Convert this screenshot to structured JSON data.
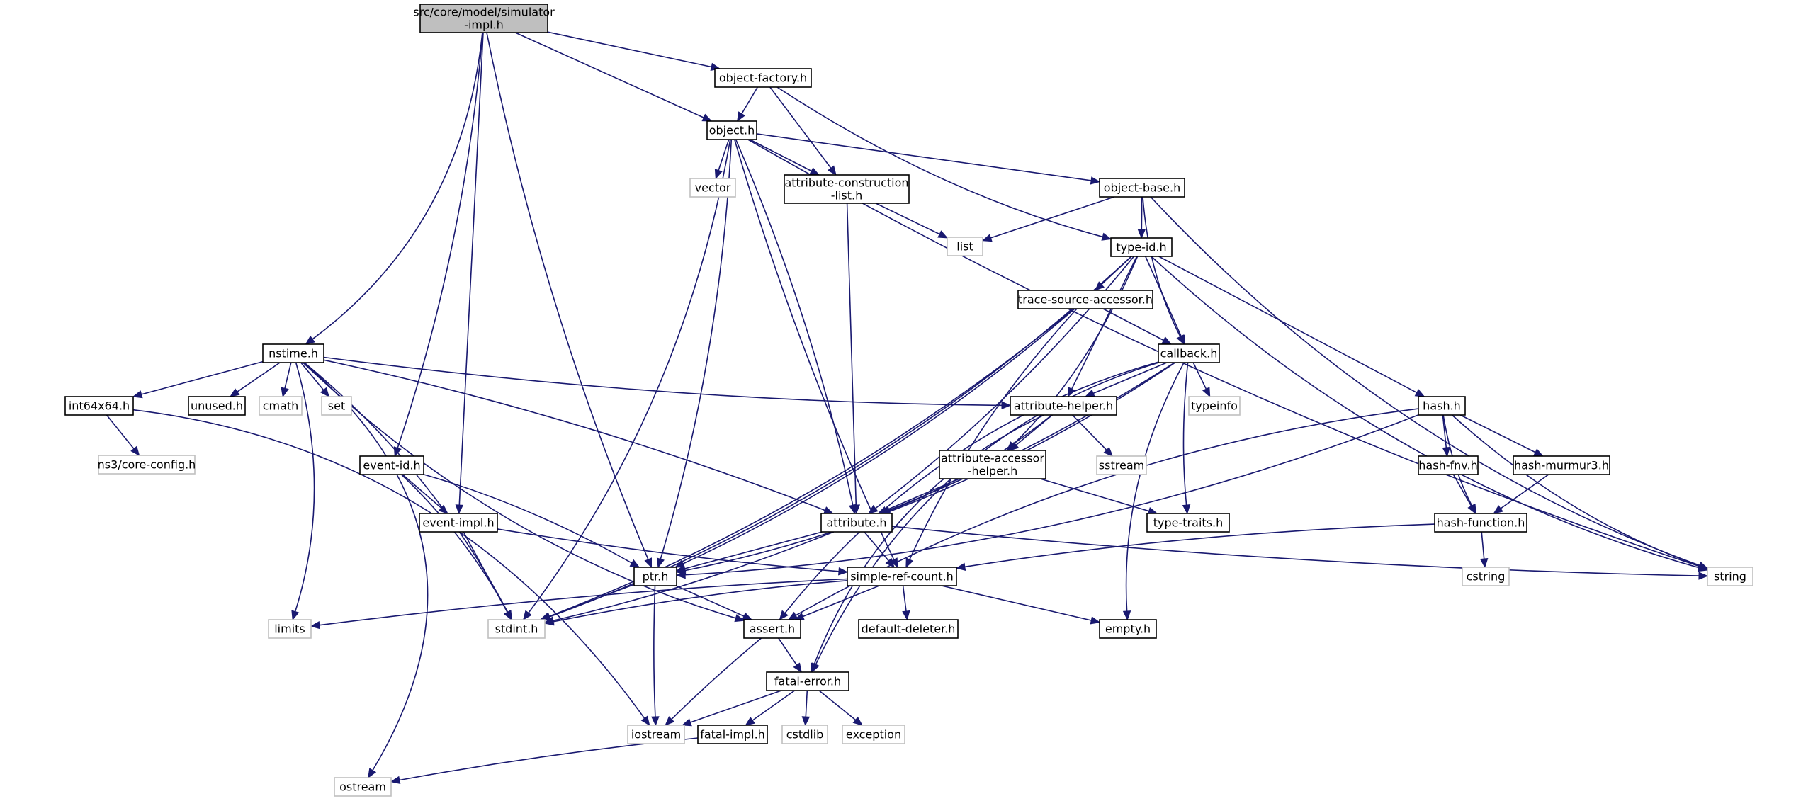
{
  "colors": {
    "edge": "#191970",
    "root_fill": "#bfbfbf",
    "file_border": "#000000",
    "system_border": "#bfbfbf",
    "system_text": "#000000",
    "background": "#ffffff"
  },
  "nodes": [
    {
      "id": "simulator-impl",
      "lines": [
        "src/core/model/simulator",
        "-impl.h"
      ],
      "kind": "root"
    },
    {
      "id": "object-factory",
      "lines": [
        "object-factory.h"
      ],
      "kind": "file"
    },
    {
      "id": "object",
      "lines": [
        "object.h"
      ],
      "kind": "file"
    },
    {
      "id": "vector",
      "lines": [
        "vector"
      ],
      "kind": "system"
    },
    {
      "id": "attribute-construction-list",
      "lines": [
        "attribute-construction",
        "-list.h"
      ],
      "kind": "file"
    },
    {
      "id": "object-base",
      "lines": [
        "object-base.h"
      ],
      "kind": "file"
    },
    {
      "id": "list",
      "lines": [
        "list"
      ],
      "kind": "system"
    },
    {
      "id": "type-id",
      "lines": [
        "type-id.h"
      ],
      "kind": "file"
    },
    {
      "id": "trace-source-accessor",
      "lines": [
        "trace-source-accessor.h"
      ],
      "kind": "file"
    },
    {
      "id": "nstime",
      "lines": [
        "nstime.h"
      ],
      "kind": "file"
    },
    {
      "id": "callback",
      "lines": [
        "callback.h"
      ],
      "kind": "file"
    },
    {
      "id": "int64x64",
      "lines": [
        "int64x64.h"
      ],
      "kind": "file"
    },
    {
      "id": "unused",
      "lines": [
        "unused.h"
      ],
      "kind": "file"
    },
    {
      "id": "cmath",
      "lines": [
        "cmath"
      ],
      "kind": "system"
    },
    {
      "id": "set",
      "lines": [
        "set"
      ],
      "kind": "system"
    },
    {
      "id": "attribute-helper",
      "lines": [
        "attribute-helper.h"
      ],
      "kind": "file"
    },
    {
      "id": "typeinfo",
      "lines": [
        "typeinfo"
      ],
      "kind": "system"
    },
    {
      "id": "hash",
      "lines": [
        "hash.h"
      ],
      "kind": "file"
    },
    {
      "id": "core-config",
      "lines": [
        "ns3/core-config.h"
      ],
      "kind": "system"
    },
    {
      "id": "event-id",
      "lines": [
        "event-id.h"
      ],
      "kind": "file"
    },
    {
      "id": "attribute-accessor-helper",
      "lines": [
        "attribute-accessor",
        "-helper.h"
      ],
      "kind": "file"
    },
    {
      "id": "sstream",
      "lines": [
        "sstream"
      ],
      "kind": "system"
    },
    {
      "id": "hash-fnv",
      "lines": [
        "hash-fnv.h"
      ],
      "kind": "file"
    },
    {
      "id": "hash-murmur3",
      "lines": [
        "hash-murmur3.h"
      ],
      "kind": "file"
    },
    {
      "id": "event-impl",
      "lines": [
        "event-impl.h"
      ],
      "kind": "file"
    },
    {
      "id": "attribute",
      "lines": [
        "attribute.h"
      ],
      "kind": "file"
    },
    {
      "id": "type-traits",
      "lines": [
        "type-traits.h"
      ],
      "kind": "file"
    },
    {
      "id": "hash-function",
      "lines": [
        "hash-function.h"
      ],
      "kind": "file"
    },
    {
      "id": "ptr",
      "lines": [
        "ptr.h"
      ],
      "kind": "file"
    },
    {
      "id": "simple-ref-count",
      "lines": [
        "simple-ref-count.h"
      ],
      "kind": "file"
    },
    {
      "id": "string",
      "lines": [
        "string"
      ],
      "kind": "system"
    },
    {
      "id": "cstring",
      "lines": [
        "cstring"
      ],
      "kind": "system"
    },
    {
      "id": "limits",
      "lines": [
        "limits"
      ],
      "kind": "system"
    },
    {
      "id": "stdint",
      "lines": [
        "stdint.h"
      ],
      "kind": "system"
    },
    {
      "id": "assert",
      "lines": [
        "assert.h"
      ],
      "kind": "file"
    },
    {
      "id": "default-deleter",
      "lines": [
        "default-deleter.h"
      ],
      "kind": "file"
    },
    {
      "id": "empty",
      "lines": [
        "empty.h"
      ],
      "kind": "file"
    },
    {
      "id": "fatal-error",
      "lines": [
        "fatal-error.h"
      ],
      "kind": "file"
    },
    {
      "id": "iostream",
      "lines": [
        "iostream"
      ],
      "kind": "system"
    },
    {
      "id": "fatal-impl",
      "lines": [
        "fatal-impl.h"
      ],
      "kind": "file"
    },
    {
      "id": "cstdlib",
      "lines": [
        "cstdlib"
      ],
      "kind": "system"
    },
    {
      "id": "exception",
      "lines": [
        "exception"
      ],
      "kind": "system"
    },
    {
      "id": "ostream",
      "lines": [
        "ostream"
      ],
      "kind": "system"
    }
  ],
  "edges": [
    [
      "simulator-impl",
      "object-factory"
    ],
    [
      "simulator-impl",
      "object"
    ],
    [
      "simulator-impl",
      "nstime"
    ],
    [
      "simulator-impl",
      "event-id"
    ],
    [
      "simulator-impl",
      "event-impl"
    ],
    [
      "simulator-impl",
      "ptr"
    ],
    [
      "object-factory",
      "object"
    ],
    [
      "object-factory",
      "attribute-construction-list"
    ],
    [
      "object-factory",
      "type-id"
    ],
    [
      "object",
      "vector"
    ],
    [
      "object",
      "attribute-construction-list"
    ],
    [
      "object",
      "object-base"
    ],
    [
      "object",
      "string"
    ],
    [
      "object",
      "stdint"
    ],
    [
      "object",
      "ptr"
    ],
    [
      "object",
      "attribute"
    ],
    [
      "object",
      "simple-ref-count"
    ],
    [
      "attribute-construction-list",
      "list"
    ],
    [
      "attribute-construction-list",
      "attribute"
    ],
    [
      "object-base",
      "list"
    ],
    [
      "object-base",
      "type-id"
    ],
    [
      "object-base",
      "callback"
    ],
    [
      "object-base",
      "string"
    ],
    [
      "type-id",
      "trace-source-accessor"
    ],
    [
      "type-id",
      "callback"
    ],
    [
      "type-id",
      "hash"
    ],
    [
      "type-id",
      "attribute-helper"
    ],
    [
      "type-id",
      "attribute-accessor-helper"
    ],
    [
      "type-id",
      "attribute"
    ],
    [
      "type-id",
      "stdint"
    ],
    [
      "type-id",
      "string"
    ],
    [
      "trace-source-accessor",
      "callback"
    ],
    [
      "trace-source-accessor",
      "ptr"
    ],
    [
      "trace-source-accessor",
      "stdint"
    ],
    [
      "trace-source-accessor",
      "simple-ref-count"
    ],
    [
      "nstime",
      "int64x64"
    ],
    [
      "nstime",
      "unused"
    ],
    [
      "nstime",
      "cmath"
    ],
    [
      "nstime",
      "set"
    ],
    [
      "nstime",
      "attribute-helper"
    ],
    [
      "nstime",
      "attribute"
    ],
    [
      "nstime",
      "assert"
    ],
    [
      "nstime",
      "limits"
    ],
    [
      "nstime",
      "stdint"
    ],
    [
      "nstime",
      "ostream"
    ],
    [
      "callback",
      "typeinfo"
    ],
    [
      "callback",
      "attribute-helper"
    ],
    [
      "callback",
      "attribute"
    ],
    [
      "callback",
      "ptr"
    ],
    [
      "callback",
      "type-traits"
    ],
    [
      "callback",
      "empty"
    ],
    [
      "callback",
      "fatal-error"
    ],
    [
      "callback",
      "assert"
    ],
    [
      "int64x64",
      "core-config"
    ],
    [
      "int64x64",
      "iostream"
    ],
    [
      "attribute-helper",
      "attribute-accessor-helper"
    ],
    [
      "attribute-helper",
      "sstream"
    ],
    [
      "attribute-helper",
      "attribute"
    ],
    [
      "attribute-helper",
      "fatal-error"
    ],
    [
      "hash",
      "hash-fnv"
    ],
    [
      "hash",
      "hash-murmur3"
    ],
    [
      "hash",
      "hash-function"
    ],
    [
      "hash",
      "string"
    ],
    [
      "hash",
      "ptr"
    ],
    [
      "hash",
      "assert"
    ],
    [
      "hash-fnv",
      "hash-function"
    ],
    [
      "hash-murmur3",
      "hash-function"
    ],
    [
      "hash-function",
      "cstring"
    ],
    [
      "hash-function",
      "simple-ref-count"
    ],
    [
      "event-id",
      "event-impl"
    ],
    [
      "event-id",
      "ptr"
    ],
    [
      "event-id",
      "stdint"
    ],
    [
      "attribute-accessor-helper",
      "attribute"
    ],
    [
      "attribute-accessor-helper",
      "type-traits"
    ],
    [
      "event-impl",
      "simple-ref-count"
    ],
    [
      "event-impl",
      "stdint"
    ],
    [
      "attribute",
      "ptr"
    ],
    [
      "attribute",
      "simple-ref-count"
    ],
    [
      "attribute",
      "string"
    ],
    [
      "attribute",
      "stdint"
    ],
    [
      "ptr",
      "assert"
    ],
    [
      "ptr",
      "iostream"
    ],
    [
      "ptr",
      "stdint"
    ],
    [
      "simple-ref-count",
      "assert"
    ],
    [
      "simple-ref-count",
      "default-deleter"
    ],
    [
      "simple-ref-count",
      "empty"
    ],
    [
      "simple-ref-count",
      "limits"
    ],
    [
      "simple-ref-count",
      "stdint"
    ],
    [
      "assert",
      "fatal-error"
    ],
    [
      "assert",
      "iostream"
    ],
    [
      "fatal-error",
      "iostream"
    ],
    [
      "fatal-error",
      "fatal-impl"
    ],
    [
      "fatal-error",
      "cstdlib"
    ],
    [
      "fatal-error",
      "exception"
    ],
    [
      "fatal-impl",
      "ostream"
    ]
  ]
}
